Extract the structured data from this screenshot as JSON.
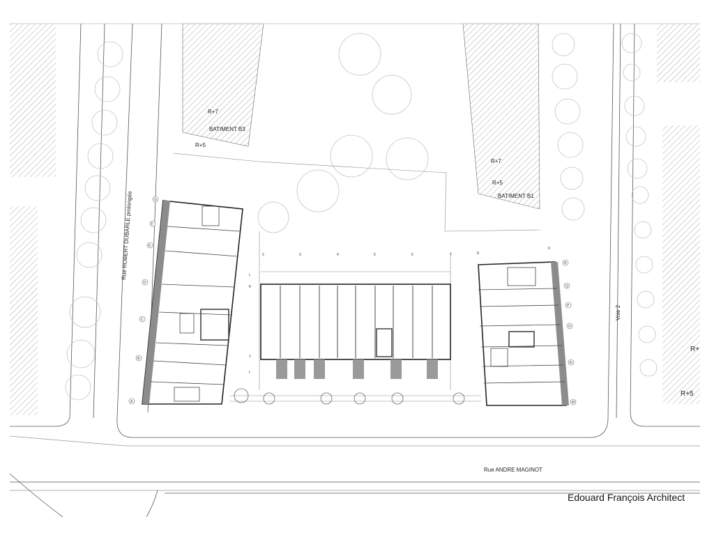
{
  "drawing": {
    "credit": "Edouard François Architect",
    "streets": {
      "left": "Rue ROBERT DUBARLE  prolongée",
      "right": "Voie 2",
      "bottom": "Rue ANDRE MAGINOT"
    },
    "buildings": {
      "b3": {
        "name": "BATIMENT B3",
        "height_top": "R+7",
        "height_bottom": "R+5"
      },
      "b1": {
        "name": "BATIMENT B1",
        "height_top": "R+7",
        "height_bottom": "R+5"
      },
      "east": {
        "height_top": "R+",
        "height_bottom": "R+5"
      }
    },
    "grid_letters_left": [
      "G",
      "F",
      "E",
      "D",
      "C",
      "B",
      "A"
    ],
    "grid_letters_right": [
      "R",
      "Q",
      "P",
      "O",
      "N",
      "M"
    ],
    "grid_letters_inner": [
      "L",
      "K",
      "J",
      "I"
    ],
    "grid_numbers": [
      "2",
      "3",
      "4",
      "5",
      "6",
      "7",
      "8",
      "9"
    ],
    "colors": {
      "line": "#222222",
      "hatch": "#9a9a9a",
      "wall": "#8c8c8c",
      "tree": "#bdbdbd"
    }
  }
}
